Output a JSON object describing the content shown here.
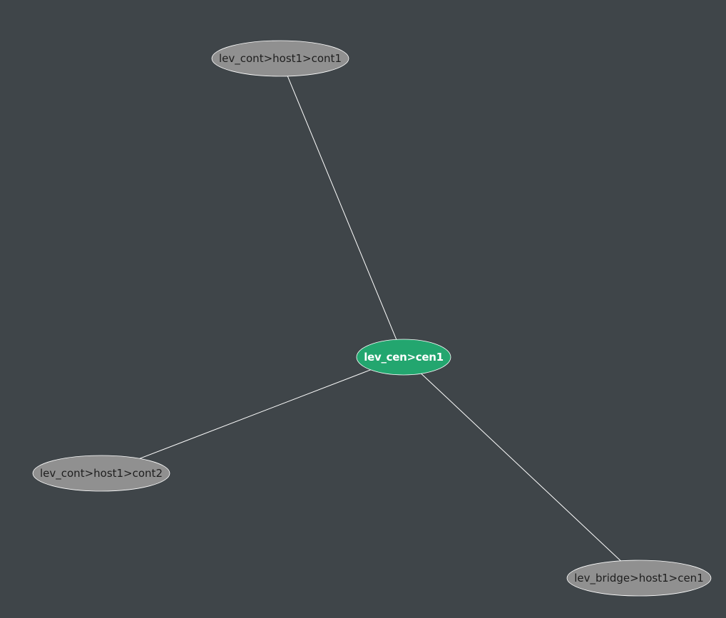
{
  "graph": {
    "background": "#3f4549",
    "edge_color": "#ffffff",
    "nodes": [
      {
        "id": "cen1",
        "label": "lev_cen>cen1",
        "fill": "#23a66f",
        "text_color": "#ffffff",
        "role": "center"
      },
      {
        "id": "cont1",
        "label": "lev_cont>host1>cont1",
        "fill": "#909090",
        "text_color": "#1e1e1e",
        "role": "leaf"
      },
      {
        "id": "cont2",
        "label": "lev_cont>host1>cont2",
        "fill": "#909090",
        "text_color": "#1e1e1e",
        "role": "leaf"
      },
      {
        "id": "bridge",
        "label": "lev_bridge>host1>cen1",
        "fill": "#909090",
        "text_color": "#1e1e1e",
        "role": "leaf"
      }
    ],
    "edges": [
      {
        "from": "cen1",
        "to": "cont1"
      },
      {
        "from": "cen1",
        "to": "cont2"
      },
      {
        "from": "cen1",
        "to": "bridge"
      }
    ]
  }
}
